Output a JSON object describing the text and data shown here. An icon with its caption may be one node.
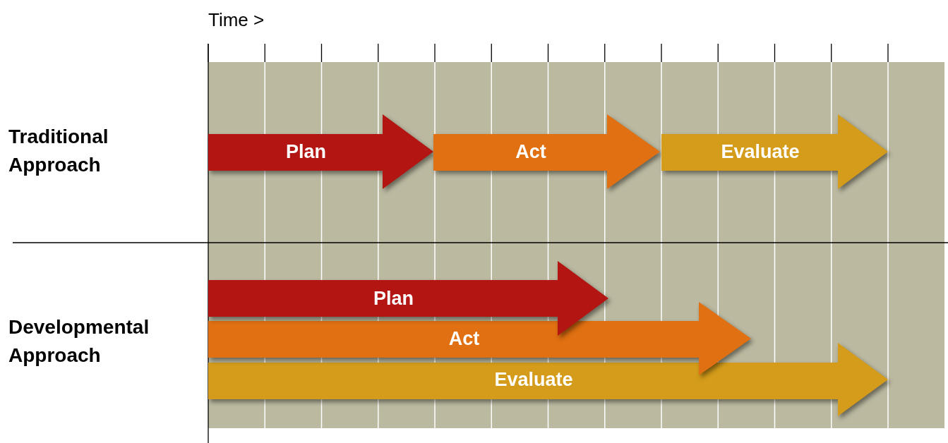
{
  "diagram": {
    "nodes": [
      {
        "text": [
          "Plan"
        ]
      },
      {
        "text": [
          "Act"
        ]
      },
      {
        "text": [
          "Evaluate"
        ]
      },
      {
        "text": [
          "Plan"
        ]
      },
      {
        "text": [
          "Act"
        ]
      },
      {
        "text": [
          "Evaluate"
        ]
      }
    ],
    "labels": [
      "Time >",
      "Traditional Approach",
      "Developmental Approach"
    ]
  }
}
